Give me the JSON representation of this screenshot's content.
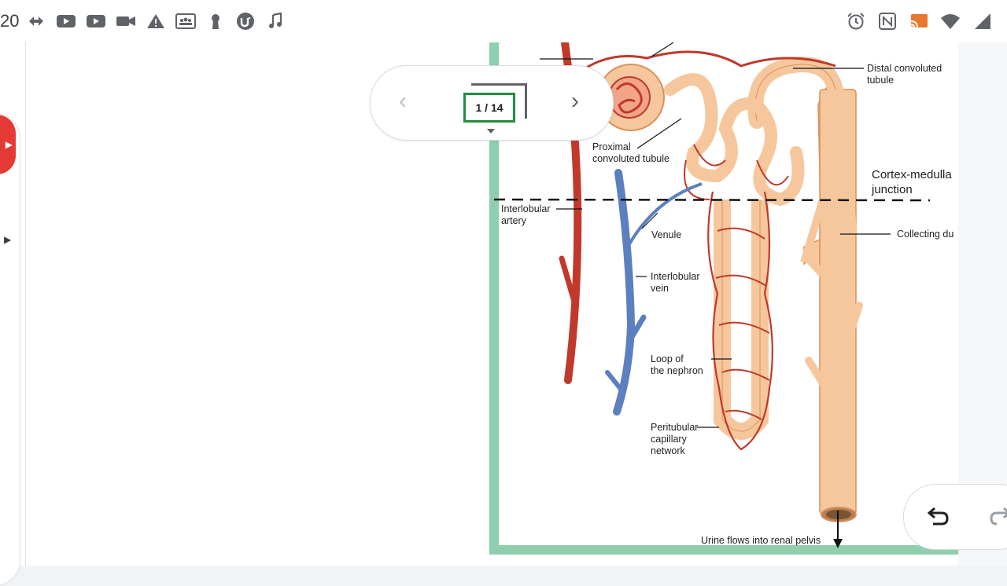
{
  "status_bar": {
    "time": "20",
    "left_icons": [
      "sync-arrows-icon",
      "youtube-icon",
      "youtube-icon",
      "video-camera-icon",
      "warning-icon",
      "classroom-icon",
      "keyhole-icon",
      "udemy-icon",
      "music-note-icon"
    ],
    "right_icons": [
      "alarm-icon",
      "nfc-icon",
      "cast-icon",
      "wifi-icon",
      "signal-icon"
    ]
  },
  "pager": {
    "page_indicator": "1 / 14",
    "prev_glyph": "‹",
    "next_glyph": "›"
  },
  "diagram": {
    "labels": {
      "distal": "Distal convoluted\ntubule",
      "proximal": "Proximal\nconvoluted tubule",
      "junction": "Cortex-medulla\njunction",
      "interlobular_artery": "Interlobular\nartery",
      "venule": "Venule",
      "collecting_duct": "Collecting du",
      "interlobular_vein": "Interlobular\nvein",
      "loop": "Loop of\nthe nephron",
      "peritubular": "Peritubular\ncapillary\nnetwork",
      "urine": "Urine flows into renal pelvis"
    },
    "colors": {
      "artery": "#c0392b",
      "vein": "#5b7fbf",
      "tubule": "#f6c79d",
      "tubule_edge": "#d9905a",
      "frame": "#8fcfad"
    }
  },
  "toolbar": {
    "undo_icon": "undo-icon",
    "redo_icon": "redo-icon"
  },
  "left_rail": {
    "record_glyph": "▶",
    "expand_glyph": "▶"
  }
}
